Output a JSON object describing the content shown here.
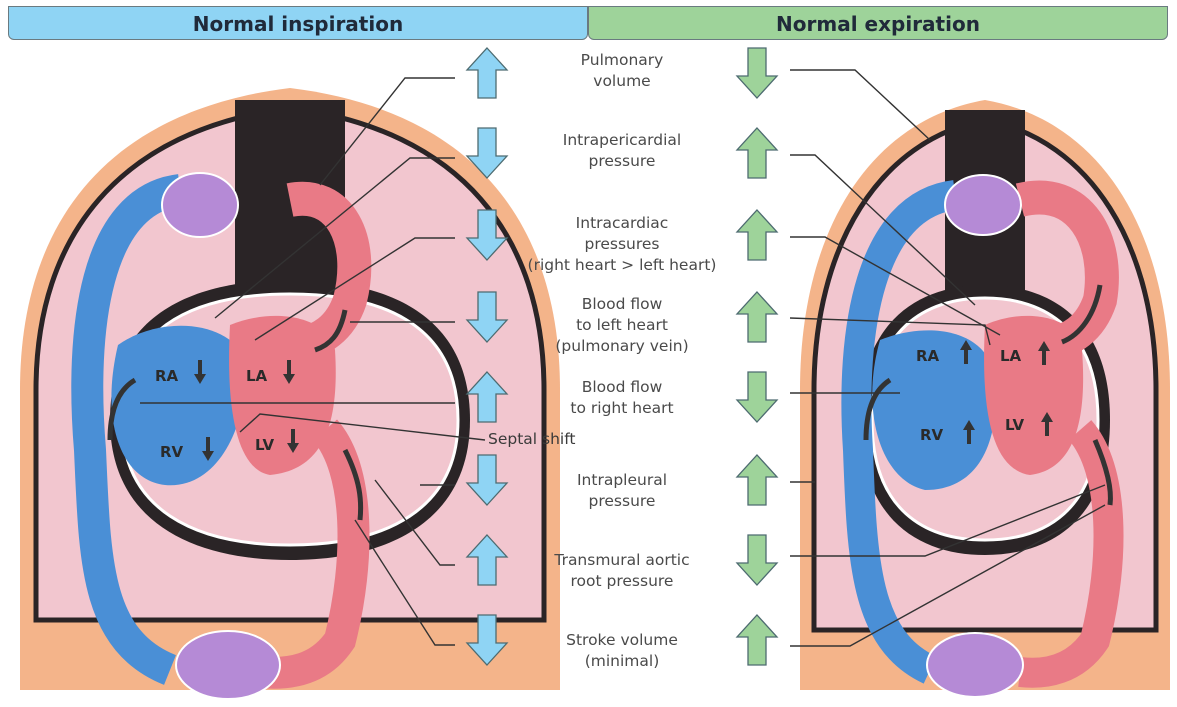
{
  "headers": {
    "inspiration": "Normal inspiration",
    "expiration": "Normal expiration"
  },
  "colors": {
    "inspiration_arrow": "#8fd4f4",
    "expiration_arrow": "#9ed39a",
    "lung": "#f2c6cf",
    "body_wall": "#f4b48a",
    "venous": "#4a8fd6",
    "arterial": "#e97a86",
    "vessel_hub": "#b58ad6",
    "mediastinum": "#2a2426"
  },
  "chambers": {
    "ra": "RA",
    "la": "LA",
    "rv": "RV",
    "lv": "LV"
  },
  "septal_shift": "Septal shift",
  "rows": [
    {
      "label": [
        "Pulmonary",
        "volume"
      ],
      "inspiration": "up",
      "expiration": "down"
    },
    {
      "label": [
        "Intrapericardial",
        "pressure"
      ],
      "inspiration": "down",
      "expiration": "up"
    },
    {
      "label": [
        "Intracardiac",
        "pressures",
        "(right heart > left heart)"
      ],
      "inspiration": "down",
      "expiration": "up"
    },
    {
      "label": [
        "Blood flow",
        "to left heart",
        "(pulmonary vein)"
      ],
      "inspiration": "down",
      "expiration": "up"
    },
    {
      "label": [
        "Blood flow",
        "to right heart"
      ],
      "inspiration": "up",
      "expiration": "down"
    },
    {
      "label": [
        "Intrapleural",
        "pressure"
      ],
      "inspiration": "down",
      "expiration": "up"
    },
    {
      "label": [
        "Transmural aortic",
        "root pressure"
      ],
      "inspiration": "up",
      "expiration": "down"
    },
    {
      "label": [
        "Stroke volume",
        "(minimal)"
      ],
      "inspiration": "down",
      "expiration": "up"
    }
  ],
  "chamber_arrows": {
    "inspiration": {
      "ra": "down",
      "la": "down",
      "rv": "down",
      "lv": "down"
    },
    "expiration": {
      "ra": "up",
      "la": "up",
      "rv": "up",
      "lv": "up"
    }
  }
}
